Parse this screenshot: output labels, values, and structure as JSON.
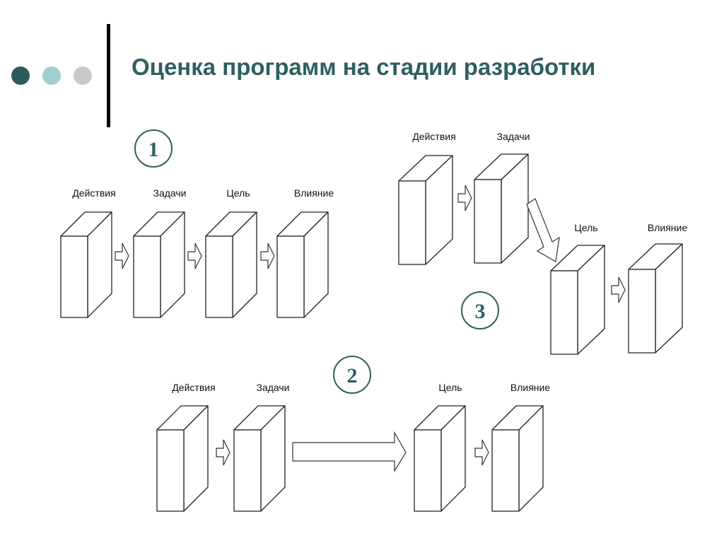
{
  "slide": {
    "title": "Оценка программ на стадии разработки",
    "colors": {
      "title": "#2e5f61",
      "dot_dark": "#2c5b5d",
      "dot_light": "#9fd0d0",
      "dot_gray": "#c9c9c9",
      "circle_stroke": "#2e5f61"
    }
  },
  "diagrams": [
    {
      "id": "1",
      "badge": "1",
      "labels": [
        "Действия",
        "Задачи",
        "Цель",
        "Влияние"
      ]
    },
    {
      "id": "2",
      "badge": "2",
      "labels": [
        "Действия",
        "Задачи",
        "Цель",
        "Влияние"
      ]
    },
    {
      "id": "3",
      "badge": "3",
      "labels": [
        "Действия",
        "Задачи",
        "Цель",
        "Влияние"
      ]
    }
  ]
}
